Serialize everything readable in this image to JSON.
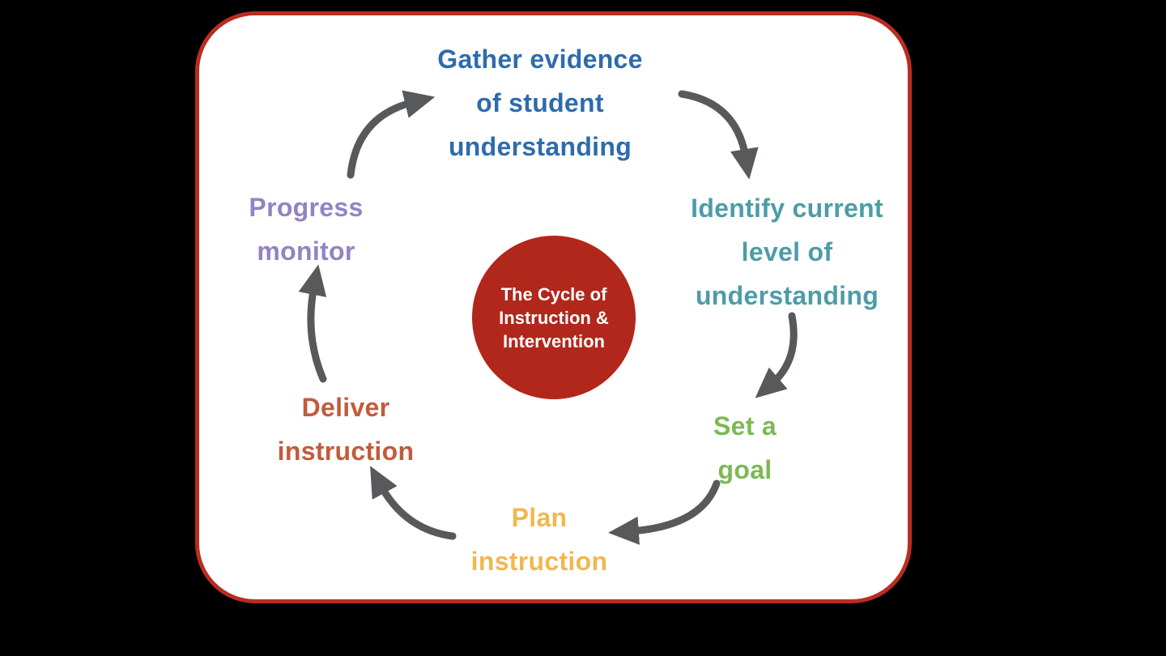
{
  "title": "The Cycle of Instruction & Intervention",
  "background_color": "#000000",
  "canvas": {
    "fill": "#ffffff",
    "border_color": "#b92d21"
  },
  "center": {
    "lines": [
      "The Cycle of",
      "Instruction &",
      "Intervention"
    ],
    "color": "#b2271b",
    "text_color": "#ffffff"
  },
  "nodes": {
    "gather": {
      "lines": [
        "Gather evidence",
        "of student",
        "understanding"
      ],
      "color": "#2e6bac"
    },
    "identify": {
      "lines": [
        "Identify current",
        "level of",
        "understanding"
      ],
      "color": "#4d9ca7"
    },
    "set_goal": {
      "lines": [
        "Set a",
        "goal"
      ],
      "color": "#7cb955"
    },
    "plan": {
      "lines": [
        "Plan",
        "instruction"
      ],
      "color": "#f0b84f"
    },
    "deliver": {
      "lines": [
        "Deliver",
        "instruction"
      ],
      "color": "#c25b3c"
    },
    "progress": {
      "lines": [
        "Progress",
        "monitor"
      ],
      "color": "#9283c4"
    }
  },
  "arrows": {
    "color": "#58595b",
    "sequence": [
      "Gather evidence of student understanding -> Identify current level of understanding",
      "Identify current level of understanding -> Set a goal",
      "Set a goal -> Plan instruction",
      "Plan instruction -> Deliver instruction",
      "Deliver instruction -> Progress monitor",
      "Progress monitor -> Gather evidence of student understanding"
    ]
  }
}
